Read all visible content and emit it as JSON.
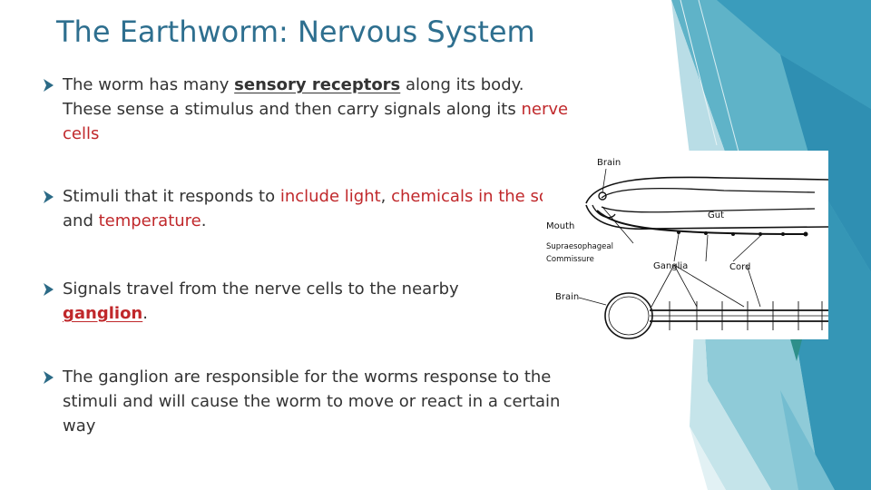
{
  "slide": {
    "title": "The Earthworm: Nervous System",
    "bullets": [
      {
        "segments": [
          {
            "text": "The worm has many ",
            "style": "plain"
          },
          {
            "text": "sensory receptors",
            "style": "underline-bold"
          },
          {
            "text": " along its body. These sense a stimulus and then carry signals along its ",
            "style": "plain"
          },
          {
            "text": "nerve cells",
            "style": "red"
          }
        ]
      },
      {
        "segments": [
          {
            "text": "Stimuli that it responds to ",
            "style": "plain"
          },
          {
            "text": "include light",
            "style": "red"
          },
          {
            "text": ", ",
            "style": "plain"
          },
          {
            "text": "chemicals in the soil",
            "style": "red"
          },
          {
            "text": ", and ",
            "style": "plain"
          },
          {
            "text": "temperature",
            "style": "red"
          },
          {
            "text": ".",
            "style": "plain"
          }
        ]
      },
      {
        "segments": [
          {
            "text": "Signals travel from the nerve cells to the nearby ",
            "style": "plain"
          },
          {
            "text": "ganglion",
            "style": "red-underline-bold"
          },
          {
            "text": ".",
            "style": "plain"
          }
        ]
      },
      {
        "segments": [
          {
            "text": "The ganglion are responsible for the worms response to the stimuli and will cause the worm to move or react in a certain way",
            "style": "plain"
          }
        ]
      }
    ]
  },
  "diagram": {
    "labels": {
      "brain_top": "Brain",
      "gut": "Gut",
      "mouth": "Mouth",
      "supra_1": "Supraesophageal",
      "supra_2": "Commissure",
      "ganglia": "Ganglia",
      "cord": "Cord",
      "brain_bottom": "Brain"
    }
  },
  "colors": {
    "title": "#2e6f8f",
    "body_text": "#333333",
    "emphasis_red": "#c0282b",
    "bullet_marker": "#2b6a86",
    "accent_teal": "#3c9fb9"
  },
  "icons": {
    "bullet": "arrow-bullet-icon"
  }
}
